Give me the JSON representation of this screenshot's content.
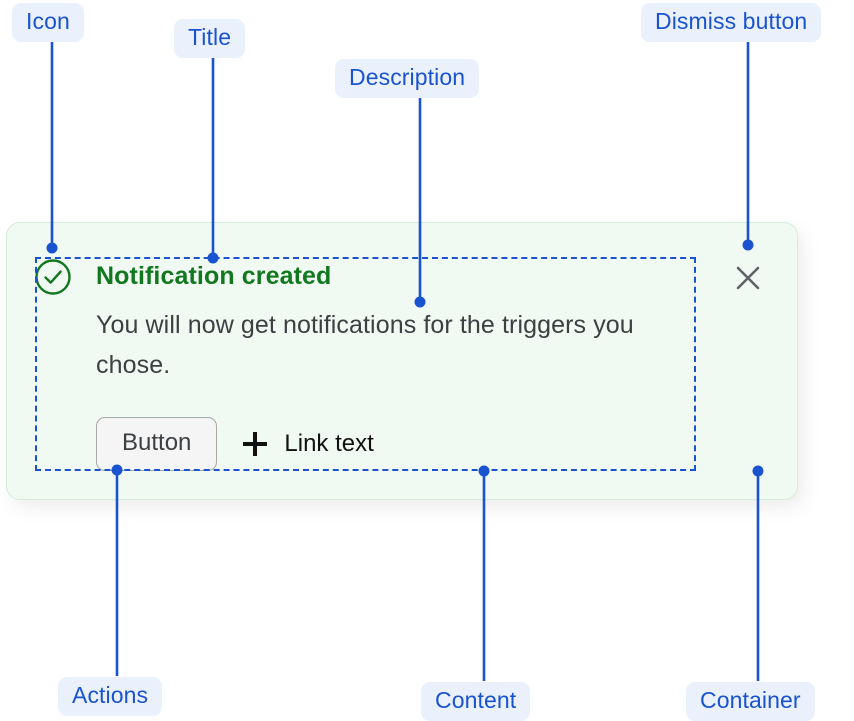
{
  "notification": {
    "icon": "check-circle-icon",
    "icon_color": "#11781f",
    "title": "Notification created",
    "title_color": "#11781f",
    "description": "You will now get notifications for the triggers you chose.",
    "description_color": "#3c4043",
    "container_bg": "#f1f9f3",
    "container_border": "#d6ecda",
    "actions": {
      "button_label": "Button",
      "link_icon": "plus-icon",
      "link_label": "Link text"
    },
    "dismiss": {
      "icon": "close-icon",
      "icon_color": "#5f6368"
    }
  },
  "annotations": {
    "accent_color": "#1a53d0",
    "pill_bg": "#eaf1fd",
    "labels": [
      {
        "id": "icon",
        "text": "Icon"
      },
      {
        "id": "title",
        "text": "Title"
      },
      {
        "id": "description",
        "text": "Description"
      },
      {
        "id": "dismiss-button",
        "text": "Dismiss button"
      },
      {
        "id": "actions",
        "text": "Actions"
      },
      {
        "id": "content",
        "text": "Content"
      },
      {
        "id": "container",
        "text": "Container"
      }
    ]
  }
}
